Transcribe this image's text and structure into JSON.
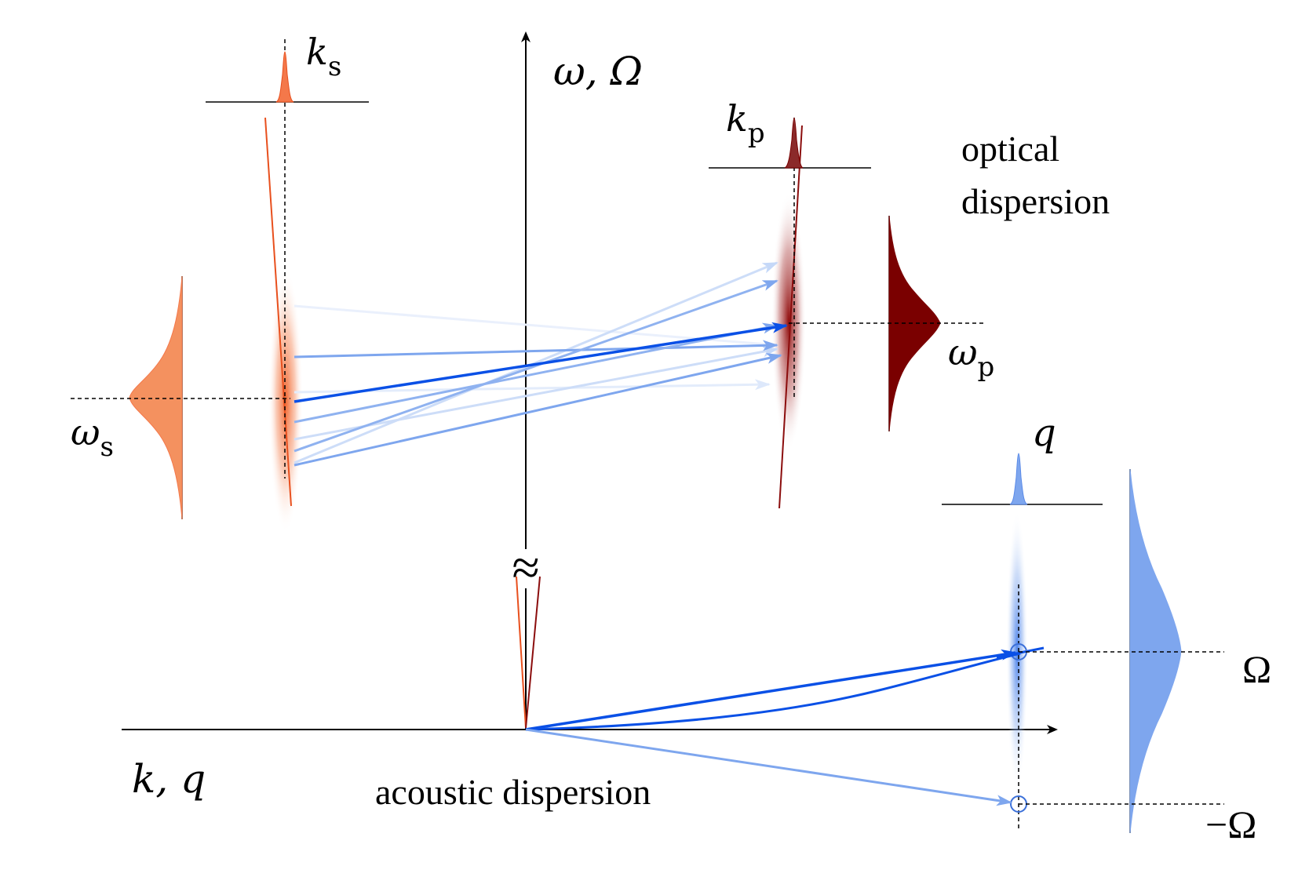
{
  "labels": {
    "y_axis": "ω, Ω",
    "x_axis": "k, q",
    "ks_main": "k",
    "ks_sub": "s",
    "kp_main": "k",
    "kp_sub": "p",
    "q": "q",
    "ws_main": "ω",
    "ws_sub": "s",
    "wp_main": "ω",
    "wp_sub": "p",
    "Omega": "Ω",
    "neg_Omega": "−Ω",
    "optical_line1": "optical",
    "optical_line2": "dispersion",
    "acoustic": "acoustic dispersion",
    "break_symbol": "≈"
  },
  "colors": {
    "stokes": "#f4784a",
    "stokes_line": "#e8501e",
    "pump": "#7a0000",
    "pump_line": "#8b0d0d",
    "acoustic": "#7ea6ee",
    "acoustic_strong": "#0a50e6",
    "axis": "#000000"
  }
}
